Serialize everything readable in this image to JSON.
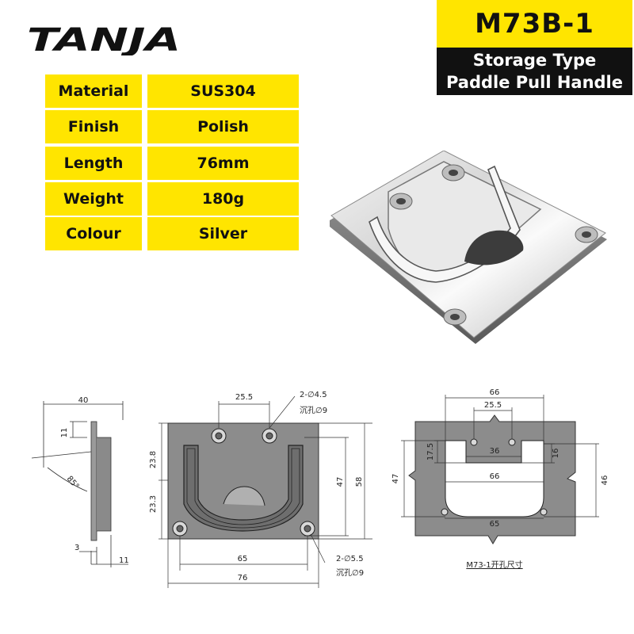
{
  "brand": {
    "logo_text": "TANJA"
  },
  "product": {
    "model": "M73B-1",
    "title_line1": "Storage Type",
    "title_line2": "Paddle Pull Handle"
  },
  "specs": [
    {
      "label": "Material",
      "value": "SUS304"
    },
    {
      "label": "Finish",
      "value": "Polish"
    },
    {
      "label": "Length",
      "value": "76mm"
    },
    {
      "label": "Weight",
      "value": "180g"
    },
    {
      "label": "Colour",
      "value": "Silver"
    }
  ],
  "side_view": {
    "width": "40",
    "height_top": "11",
    "angle": "85°",
    "thickness": "3",
    "depth": "11"
  },
  "front_view": {
    "hole_spacing_top": "25.5",
    "top_hole_note": "2-∅4.5",
    "top_hole_countersink": "沉孔∅9",
    "dim_upper": "23.8",
    "dim_lower": "23.3",
    "inner_height": "47",
    "outer_height": "58",
    "bottom_hole_spacing": "65",
    "overall_length": "76",
    "bottom_hole_note": "2-∅5.5",
    "bottom_hole_countersink": "沉孔∅9"
  },
  "cutout_view": {
    "outer_width": "66",
    "hole_spacing_top": "25.5",
    "inner_top_width": "36",
    "inner_height_left": "17.5",
    "inner_height_right": "16",
    "inner_bottom_width": "66",
    "bottom_hole_spacing": "65",
    "height_left": "47",
    "height_right": "46",
    "caption": "M73-1开孔尺寸"
  },
  "colors": {
    "accent": "#FFE500",
    "dark": "#111111",
    "drawing_fill": "#8c8c8c"
  }
}
